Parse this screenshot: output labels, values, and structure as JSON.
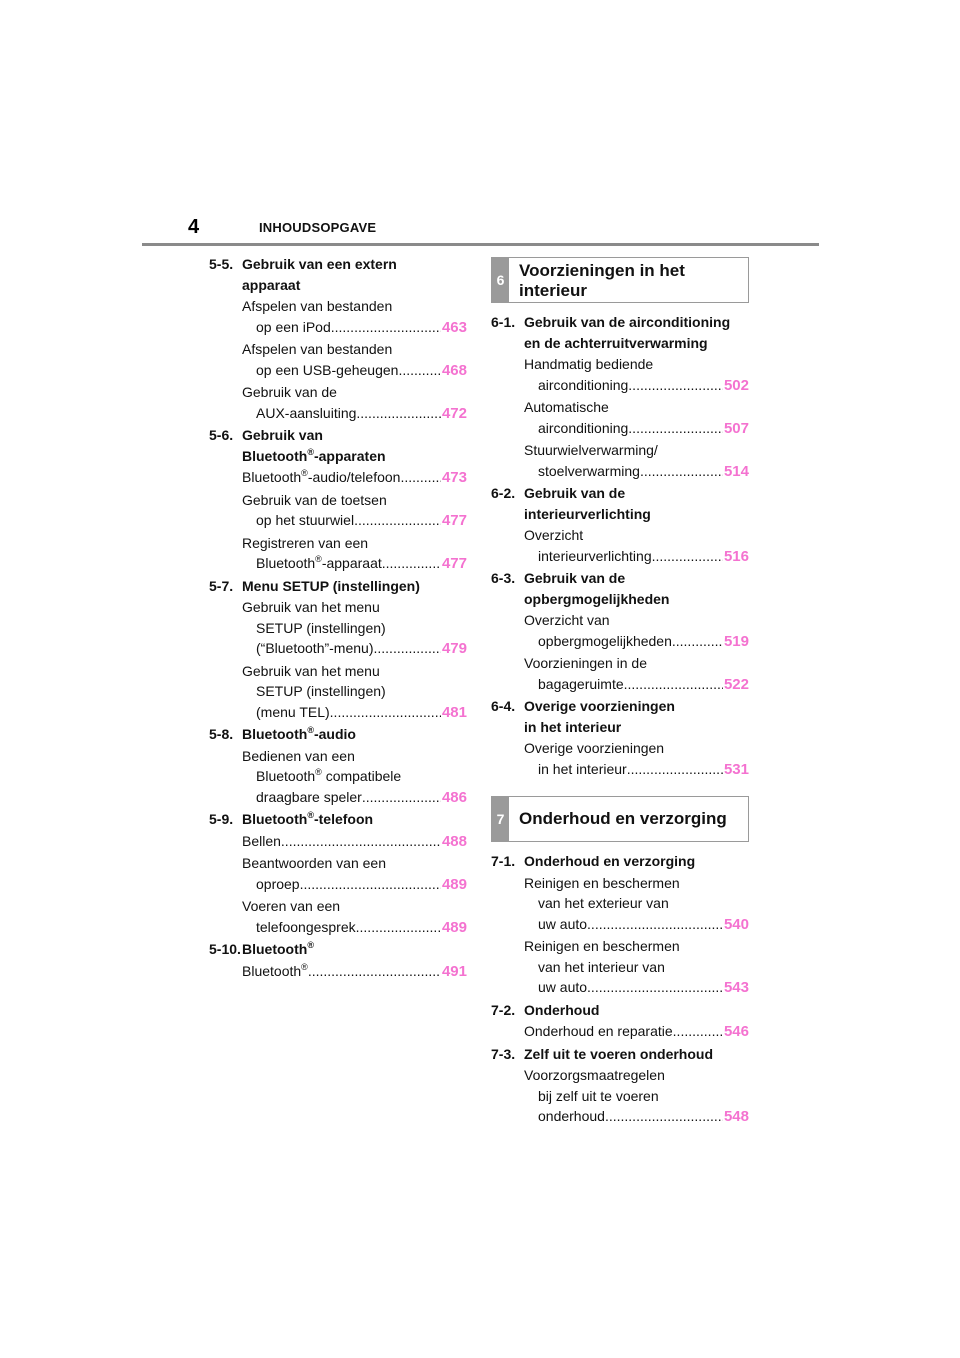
{
  "header": {
    "page_number": "4",
    "title": "INHOUDSOPGAVE"
  },
  "left_column": [
    {
      "type": "section",
      "num": "5-5.",
      "lines": [
        "Gebruik van een extern",
        "apparaat"
      ]
    },
    {
      "type": "entry",
      "lines": [
        "Afspelen van bestanden",
        "op een iPod "
      ],
      "page": "463"
    },
    {
      "type": "entry",
      "lines": [
        "Afspelen van bestanden",
        "op een USB-geheugen "
      ],
      "page": "468"
    },
    {
      "type": "entry",
      "lines": [
        "Gebruik van de",
        "AUX-aansluiting "
      ],
      "page": "472"
    },
    {
      "type": "section",
      "num": "5-6.",
      "lines": [
        "Gebruik van",
        "Bluetooth®-apparaten"
      ]
    },
    {
      "type": "entry",
      "lines": [
        "Bluetooth®-audio/telefoon"
      ],
      "page": "473"
    },
    {
      "type": "entry",
      "lines": [
        "Gebruik van de toetsen",
        "op het stuurwiel "
      ],
      "page": "477"
    },
    {
      "type": "entry",
      "lines": [
        "Registreren van een",
        "Bluetooth®-apparaat "
      ],
      "page": "477"
    },
    {
      "type": "section",
      "num": "5-7.",
      "lines": [
        "Menu SETUP (instellingen)"
      ]
    },
    {
      "type": "entry",
      "lines": [
        "Gebruik van het menu",
        "SETUP (instellingen)",
        "(“Bluetooth”-menu) "
      ],
      "page": "479"
    },
    {
      "type": "entry",
      "lines": [
        "Gebruik van het menu",
        "SETUP (instellingen)",
        "(menu TEL)"
      ],
      "page": "481"
    },
    {
      "type": "section",
      "num": "5-8.",
      "lines": [
        "Bluetooth®-audio"
      ]
    },
    {
      "type": "entry",
      "lines": [
        "Bedienen van een",
        "Bluetooth® compatibele",
        "draagbare speler "
      ],
      "page": "486"
    },
    {
      "type": "section",
      "num": "5-9.",
      "lines": [
        "Bluetooth®-telefoon"
      ]
    },
    {
      "type": "entry",
      "lines": [
        "Bellen"
      ],
      "page": "488"
    },
    {
      "type": "entry",
      "lines": [
        "Beantwoorden van een",
        "oproep "
      ],
      "page": "489"
    },
    {
      "type": "entry",
      "lines": [
        "Voeren van een",
        "telefoongesprek "
      ],
      "page": "489"
    },
    {
      "type": "section",
      "num": "5-10.",
      "lines": [
        "Bluetooth®"
      ]
    },
    {
      "type": "entry",
      "lines": [
        "Bluetooth®"
      ],
      "page": "491"
    }
  ],
  "right_column": [
    {
      "type": "chapter",
      "num": "6",
      "lines": [
        "Voorzieningen in het",
        "interieur"
      ]
    },
    {
      "type": "section",
      "num": "6-1.",
      "lines": [
        "Gebruik van de airconditioning",
        "en de achterruitverwarming"
      ]
    },
    {
      "type": "entry",
      "lines": [
        "Handmatig bediende",
        "airconditioning "
      ],
      "page": "502"
    },
    {
      "type": "entry",
      "lines": [
        "Automatische",
        "airconditioning "
      ],
      "page": "507"
    },
    {
      "type": "entry",
      "lines": [
        "Stuurwielverwarming/",
        "stoelverwarming "
      ],
      "page": "514"
    },
    {
      "type": "section",
      "num": "6-2.",
      "lines": [
        "Gebruik van de",
        "interieurverlichting"
      ]
    },
    {
      "type": "entry",
      "lines": [
        "Overzicht",
        "interieurverlichting "
      ],
      "page": "516"
    },
    {
      "type": "section",
      "num": "6-3.",
      "lines": [
        "Gebruik van de",
        "opbergmogelijkheden"
      ]
    },
    {
      "type": "entry",
      "lines": [
        "Overzicht van",
        "opbergmogelijkheden "
      ],
      "page": "519"
    },
    {
      "type": "entry",
      "lines": [
        "Voorzieningen in de",
        "bagageruimte"
      ],
      "page": "522"
    },
    {
      "type": "section",
      "num": "6-4.",
      "lines": [
        "Overige voorzieningen",
        "in het interieur"
      ]
    },
    {
      "type": "entry",
      "lines": [
        "Overige voorzieningen",
        "in het interieur"
      ],
      "page": "531"
    },
    {
      "type": "chapter",
      "num": "7",
      "lines": [
        "Onderhoud en verzorging"
      ]
    },
    {
      "type": "section",
      "num": "7-1.",
      "lines": [
        "Onderhoud en verzorging"
      ]
    },
    {
      "type": "entry",
      "lines": [
        "Reinigen en beschermen",
        "van het exterieur van",
        "uw auto "
      ],
      "page": "540"
    },
    {
      "type": "entry",
      "lines": [
        "Reinigen en beschermen",
        "van het interieur van",
        "uw auto "
      ],
      "page": "543"
    },
    {
      "type": "section",
      "num": "7-2.",
      "lines": [
        "Onderhoud"
      ]
    },
    {
      "type": "entry",
      "lines": [
        "Onderhoud en reparatie"
      ],
      "page": "546"
    },
    {
      "type": "section",
      "num": "7-3.",
      "lines": [
        "Zelf uit te voeren onderhoud"
      ]
    },
    {
      "type": "entry",
      "lines": [
        "Voorzorgsmaatregelen",
        "bij zelf uit te voeren",
        "onderhoud "
      ],
      "page": "548"
    }
  ]
}
